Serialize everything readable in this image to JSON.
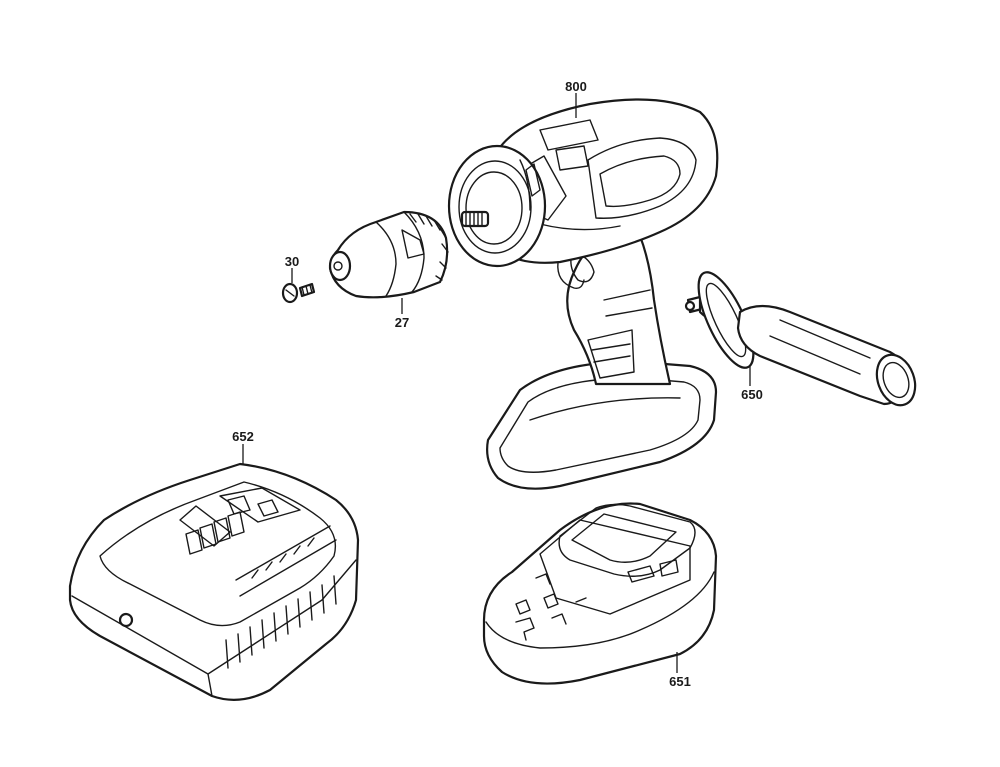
{
  "callouts": {
    "drill_body": "800",
    "screw": "30",
    "chuck": "27",
    "aux_handle": "650",
    "charger": "652",
    "battery": "651"
  }
}
